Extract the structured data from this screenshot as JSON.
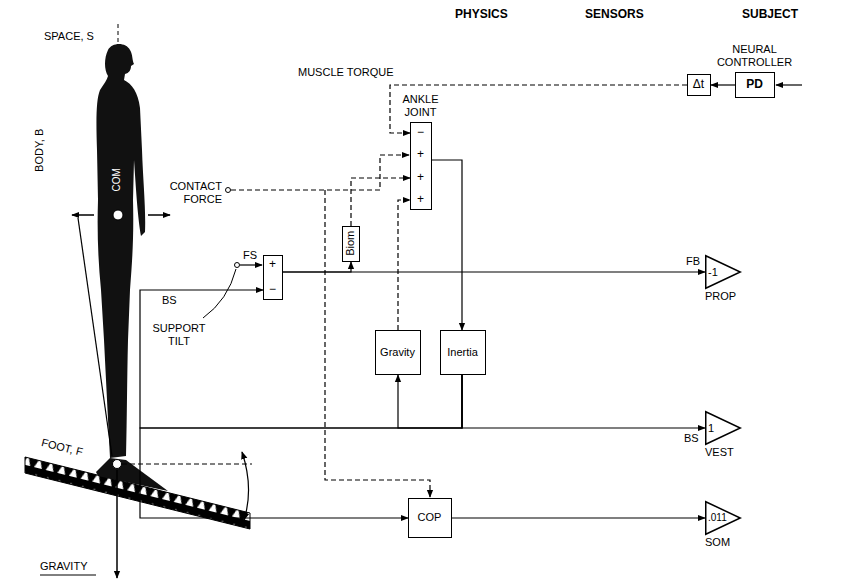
{
  "diagram": {
    "nodes": [
      {
        "text": [
          "NEURAL CONTROLLER",
          "PD"
        ]
      },
      {
        "text": [
          "Δt"
        ]
      },
      {
        "text": [
          "ANKLE JOINT",
          "−",
          "+",
          "+",
          "+"
        ]
      },
      {
        "text": [
          "+",
          "−"
        ]
      },
      {
        "text": [
          "Biom"
        ]
      },
      {
        "text": [
          "Gravity"
        ]
      },
      {
        "text": [
          "Inertia"
        ]
      },
      {
        "text": [
          "COP"
        ]
      },
      {
        "text": [
          "-1",
          "PROP"
        ]
      },
      {
        "text": [
          "1",
          "VEST"
        ]
      },
      {
        "text": [
          ".011",
          "SOM"
        ]
      }
    ],
    "edges": [
      {
        "from": 0,
        "to": 1,
        "arrow": "to"
      },
      {
        "from": 1,
        "to": 2,
        "label": "MUSCLE TORQUE",
        "arrow": "to"
      },
      {
        "from": 3,
        "to": 4,
        "arrow": "to"
      },
      {
        "from": 4,
        "to": 2,
        "arrow": "to"
      },
      {
        "from": 5,
        "to": 2,
        "arrow": "to"
      },
      {
        "from": 2,
        "to": 6,
        "arrow": "to"
      },
      {
        "from": 3,
        "to": 8,
        "label": "FB",
        "arrow": "to"
      },
      {
        "from": 6,
        "to": 9,
        "label": "BS",
        "arrow": "to"
      },
      {
        "from": 6,
        "to": 5,
        "arrow": "to"
      },
      {
        "from": 6,
        "to": 3,
        "label": "BS",
        "arrow": "to"
      },
      {
        "from": 6,
        "to": 7,
        "arrow": "to"
      },
      {
        "from": 7,
        "to": 10,
        "arrow": "to"
      }
    ],
    "labels": [
      "PHYSICS",
      "SENSORS",
      "SUBJECT",
      "SPACE, S",
      "BODY, B",
      "COM",
      "CONTACT FORCE",
      "SUPPORT TILT",
      "FS",
      "FOOT, F",
      "GRAVITY"
    ]
  }
}
